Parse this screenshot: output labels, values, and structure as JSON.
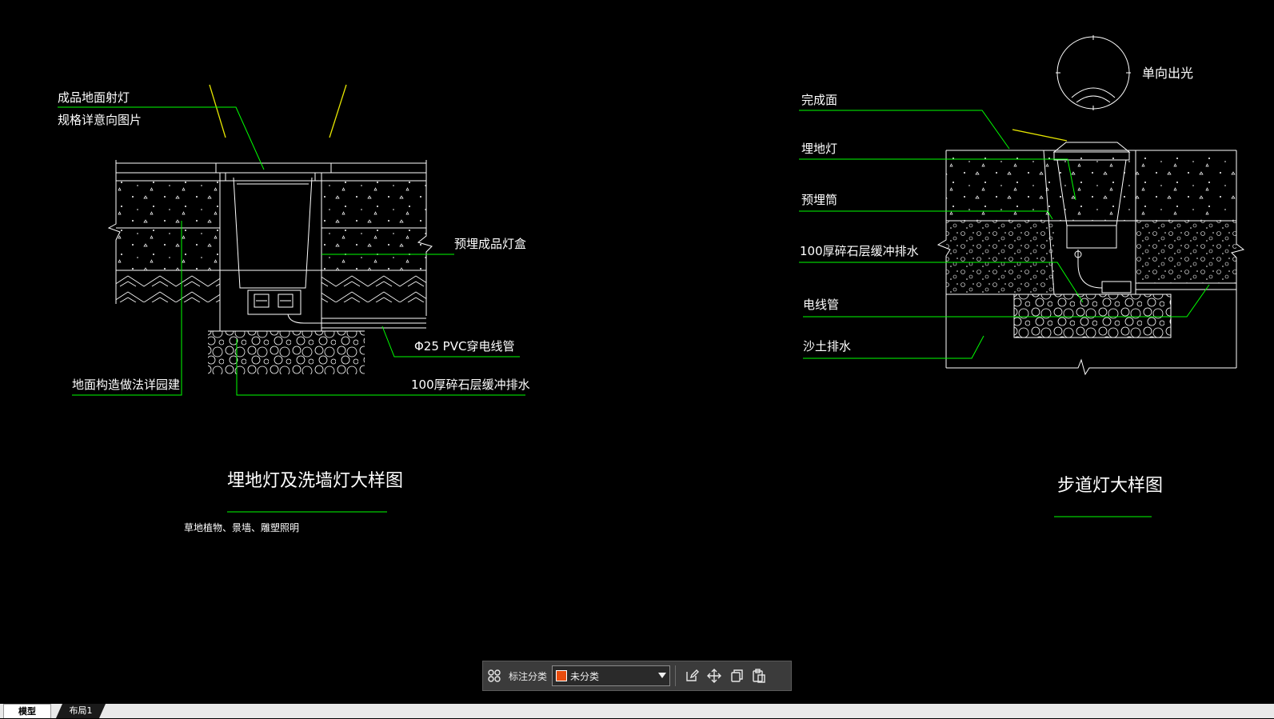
{
  "drawing": {
    "left_title": "埋地灯及洗墙灯大样图",
    "left_subtitle": "草地植物、景墙、雕塑照明",
    "right_title": "步道灯大样图",
    "labels_left": {
      "product_lamp_1": "成品地面射灯",
      "product_lamp_2": "规格详意向图片",
      "lamp_box": "预埋成品灯盒",
      "pvc_pipe": "Φ25 PVC穿电线管",
      "gravel": "100厚碎石层缓冲排水",
      "ground": "地面构造做法详园建"
    },
    "labels_right": {
      "finish": "完成面",
      "inground_light": "埋地灯",
      "sleeve": "预埋筒",
      "gravel": "100厚碎石层缓冲排水",
      "conduit": "电线管",
      "sand": "沙土排水",
      "single_dir": "单向出光"
    },
    "colors": {
      "background": "#000000",
      "leader": "#00ff00",
      "line": "#ffffff",
      "ray": "#e6e600"
    }
  },
  "toolbar": {
    "grid_icon": "grid-icon",
    "category_label": "标注分类",
    "category_value": "未分类",
    "category_color": "#e84c0e",
    "edit_icon": "edit-icon",
    "move_icon": "move-icon",
    "copy_icon": "copy-icon",
    "paste_icon": "paste-icon"
  },
  "tabs": [
    {
      "label": "模型",
      "active": true
    },
    {
      "label": "布局1",
      "active": false
    }
  ]
}
